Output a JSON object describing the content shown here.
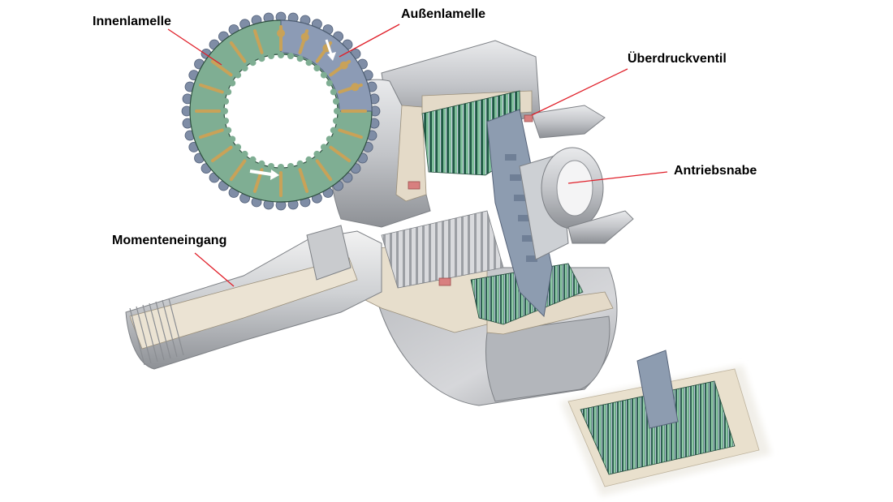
{
  "labels": {
    "innenlamelle": "Innenlamelle",
    "aussenlamelle": "Außenlamelle",
    "ueberdruckventil": "Überdruckventil",
    "antriebsnabe": "Antriebsnabe",
    "momenteneingang": "Momenteneingang"
  },
  "colors": {
    "leader_line": "#e0202a",
    "disc_green": "#7fae93",
    "disc_steel": "#8c9bb5",
    "housing_metal": "#c8c9cc",
    "section_cut": "#e4dac8",
    "seal": "#d87f7f"
  }
}
